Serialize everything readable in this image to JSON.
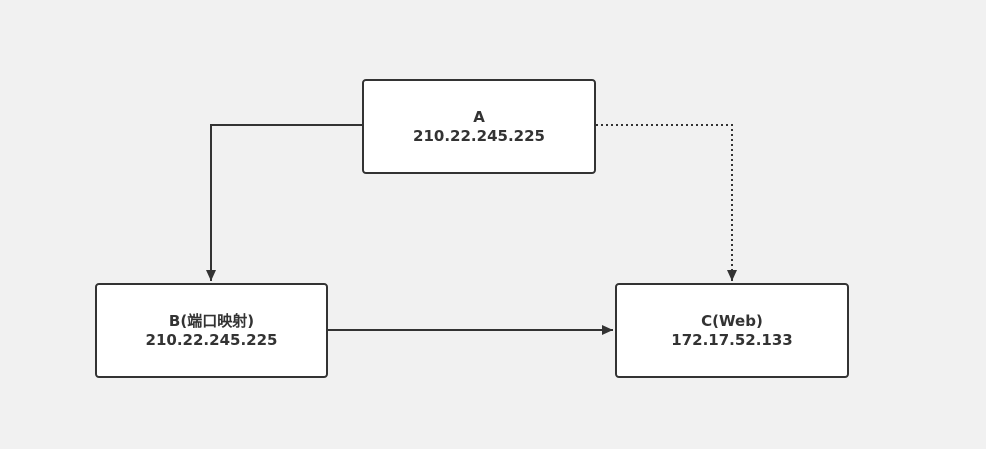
{
  "diagram": {
    "nodes": [
      {
        "id": "A",
        "title": "A",
        "subtitle": "210.22.245.225"
      },
      {
        "id": "B",
        "title": "B(端口映射)",
        "subtitle": "210.22.245.225"
      },
      {
        "id": "C",
        "title": "C(Web)",
        "subtitle": "172.17.52.133"
      }
    ],
    "edges": [
      {
        "from": "A",
        "to": "B",
        "style": "solid"
      },
      {
        "from": "A",
        "to": "C",
        "style": "dotted"
      },
      {
        "from": "B",
        "to": "C",
        "style": "solid"
      }
    ],
    "colors": {
      "background": "#f1f1f1",
      "stroke": "#333333",
      "node_fill": "#ffffff"
    }
  }
}
